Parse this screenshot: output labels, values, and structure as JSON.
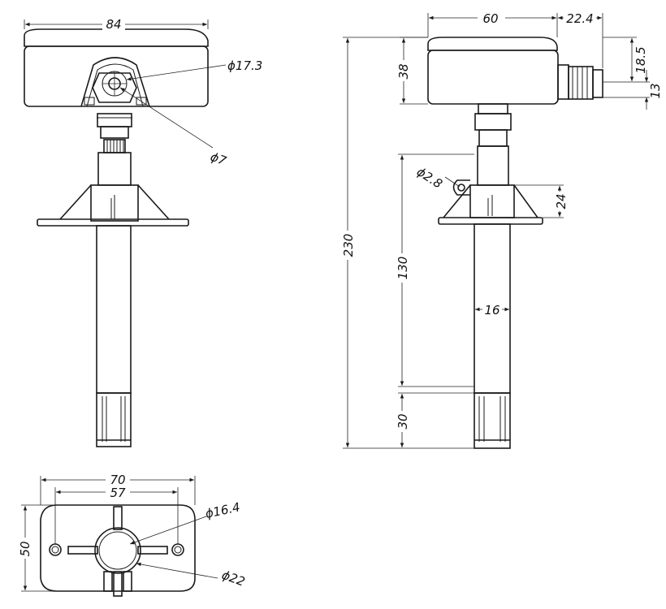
{
  "dimensions": {
    "front_width": "84",
    "front_outer_dia": "ϕ17.3",
    "front_inner_dia": "ϕ7",
    "side_width": "60",
    "side_gland": "22.4",
    "side_top_offset": "18.5",
    "side_height": "38",
    "side_gland_dia": "13",
    "total_length": "230",
    "hole_dia": "ϕ2.8",
    "flange_height": "24",
    "probe_length": "130",
    "probe_dia": "16",
    "tip_length": "30",
    "flange_width": "70",
    "flange_hole_span": "57",
    "flange_height_dim": "50",
    "flange_bore_inner": "ϕ16.4",
    "flange_bore_outer": "ϕ22"
  }
}
